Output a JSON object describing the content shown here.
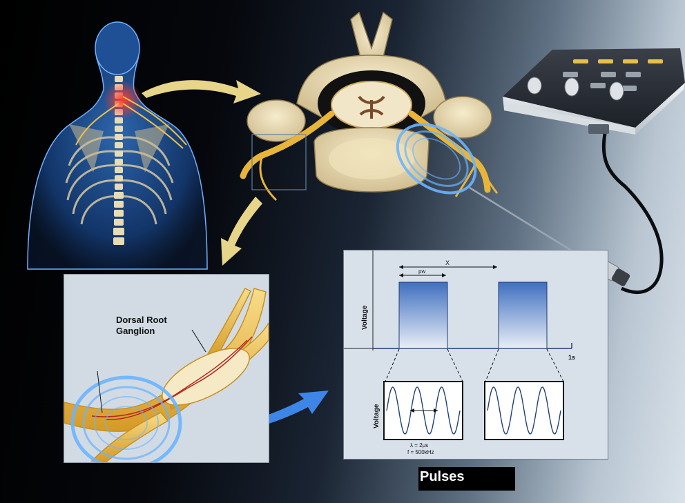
{
  "labels": {
    "dorsal_root_ganglion": "Dorsal Root Ganglion",
    "pulses_title": "Pulses"
  },
  "top_chart": {
    "y_axis_label": "Voltage",
    "x_end_label": "1s",
    "pulse_width_label": "pw",
    "period_label": "X"
  },
  "bottom_chart": {
    "y_axis_label": "Voltage",
    "wavelength_label": "λ = 2μs",
    "frequency_label": "f = 500kHz"
  },
  "colors": {
    "pulse_fill_top": "#3f6fbf",
    "pulse_fill_bottom": "#e9eef6",
    "nerve": "#e8b53a",
    "arrow_yellow": "#e7d58a",
    "arrow_blue": "#3d86e8",
    "glow": "#5aa8ff",
    "wave": "#1f3f7a"
  }
}
